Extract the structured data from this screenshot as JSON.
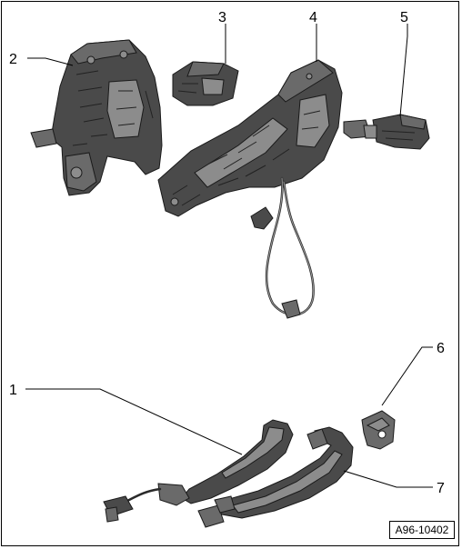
{
  "callouts": [
    {
      "id": "1",
      "label": "1"
    },
    {
      "id": "2",
      "label": "2"
    },
    {
      "id": "3",
      "label": "3"
    },
    {
      "id": "4",
      "label": "4"
    },
    {
      "id": "5",
      "label": "5"
    },
    {
      "id": "6",
      "label": "6"
    },
    {
      "id": "7",
      "label": "7"
    }
  ],
  "reference_code": "A96-10402"
}
